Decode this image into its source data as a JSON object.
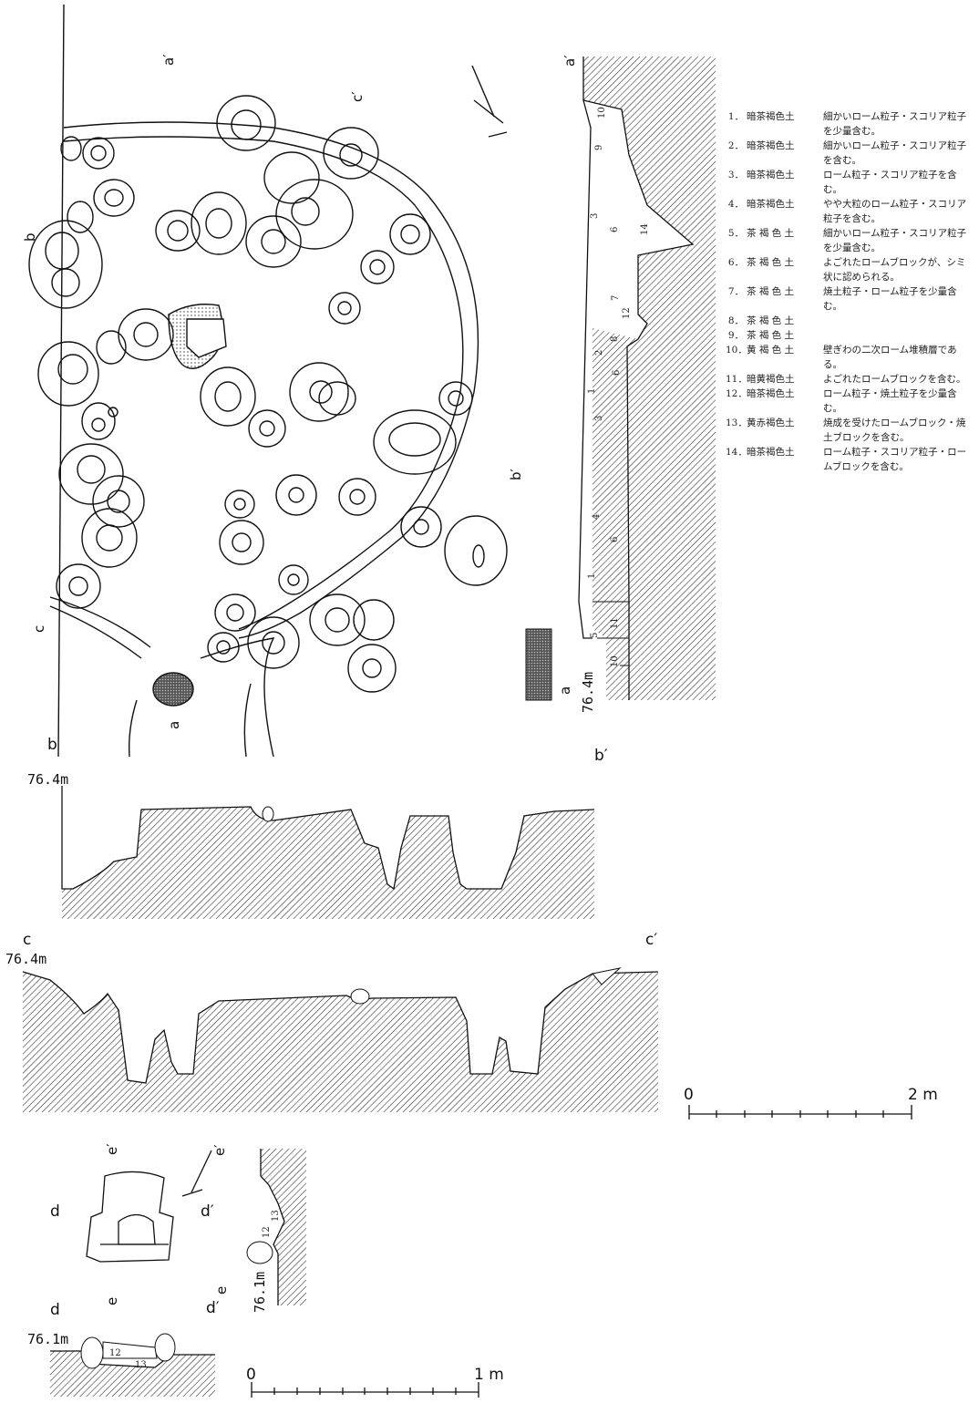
{
  "labels": {
    "a": "a",
    "a_prime": "a′",
    "b": "b",
    "b_prime": "b′",
    "c": "c",
    "c_prime": "c′",
    "d": "d",
    "d_prime": "d′",
    "e": "e",
    "e_prime": "e′"
  },
  "elevations": {
    "main": "76.4m",
    "small": "76.1m"
  },
  "scale_bars": {
    "large": {
      "start": "0",
      "end": "2 m"
    },
    "small": {
      "start": "0",
      "end": "1 m"
    }
  },
  "section_layer_numbers": [
    "10",
    "9",
    "3",
    "6",
    "14",
    "7",
    "12",
    "8",
    "2",
    "1",
    "6",
    "3",
    "4",
    "6",
    "1",
    "5",
    "11",
    "10"
  ],
  "small_section_numbers": [
    "12",
    "13"
  ],
  "legend": [
    {
      "num": "1．",
      "color": "暗茶褐色土",
      "desc": "細かいローム粒子・スコリア粒子を少量含む。"
    },
    {
      "num": "2．",
      "color": "暗茶褐色土",
      "desc": "細かいローム粒子・スコリア粒子を含む。"
    },
    {
      "num": "3．",
      "color": "暗茶褐色土",
      "desc": "ローム粒子・スコリア粒子を含む。"
    },
    {
      "num": "4．",
      "color": "暗茶褐色土",
      "desc": "やや大粒のローム粒子・スコリア粒子を含む。"
    },
    {
      "num": "5．",
      "color": "茶 褐 色 土",
      "desc": "細かいローム粒子・スコリア粒子を少量含む。"
    },
    {
      "num": "6．",
      "color": "茶 褐 色 土",
      "desc": "よごれたロームブロックが、シミ状に認められる。"
    },
    {
      "num": "7．",
      "color": "茶 褐 色 土",
      "desc": "焼土粒子・ローム粒子を少量含む。"
    },
    {
      "num": "8．",
      "color": "茶 褐 色 土",
      "desc": ""
    },
    {
      "num": "9．",
      "color": "茶 褐 色 土",
      "desc": ""
    },
    {
      "num": "10．",
      "color": "黄 褐 色 土",
      "desc": "壁ぎわの二次ローム堆積層である。"
    },
    {
      "num": "11．",
      "color": "暗黄褐色土",
      "desc": "よごれたロームブロックを含む。"
    },
    {
      "num": "12．",
      "color": "暗茶褐色土",
      "desc": "ローム粒子・焼土粒子を少量含む。"
    },
    {
      "num": "13．",
      "color": "黄赤褐色土",
      "desc": "焼成を受けたロームブロック・焼土ブロックを含む。"
    },
    {
      "num": "14．",
      "color": "暗茶褐色土",
      "desc": "ローム粒子・スコリア粒子・ロームブロックを含む。"
    }
  ]
}
